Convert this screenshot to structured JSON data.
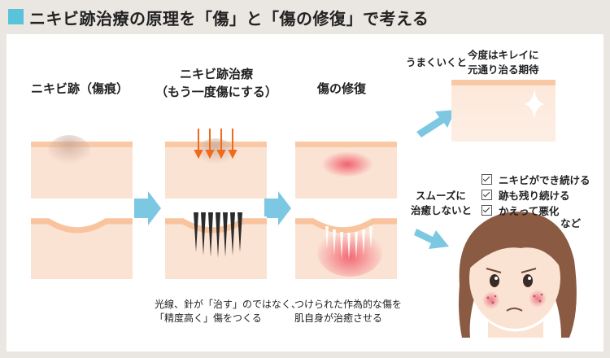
{
  "title": "ニキビ跡治療の原理を「傷」と「傷の修復」で考える",
  "columns": {
    "scar": "ニキビ跡（傷痕）",
    "treatment_line1": "ニキビ跡治療",
    "treatment_line2": "（もう一度傷にする）",
    "repair": "傷の修復"
  },
  "captions": {
    "treatment_line1": "光線、針が「治す」のではなく、",
    "treatment_line2": "「精度高く」傷をつくる",
    "repair_line1": "つけられた作為的な傷を",
    "repair_line2": "肌自身が治癒させる"
  },
  "outcomes": {
    "good_label": "うまくいくと",
    "good_result_line1": "今度はキレイに",
    "good_result_line2": "元通り治る期待",
    "bad_label_line1": "スムーズに",
    "bad_label_line2": "治癒しないと",
    "bad_items": [
      "ニキビができ続ける",
      "跡も残り続ける",
      "かえって悪化"
    ],
    "bad_suffix": "など"
  },
  "colors": {
    "accent": "#59c4d9",
    "skin": "#fbe3d4",
    "skin_surface": "#f9c9a6",
    "laser": "#f06a1a",
    "inflammation": "#f06a78"
  }
}
